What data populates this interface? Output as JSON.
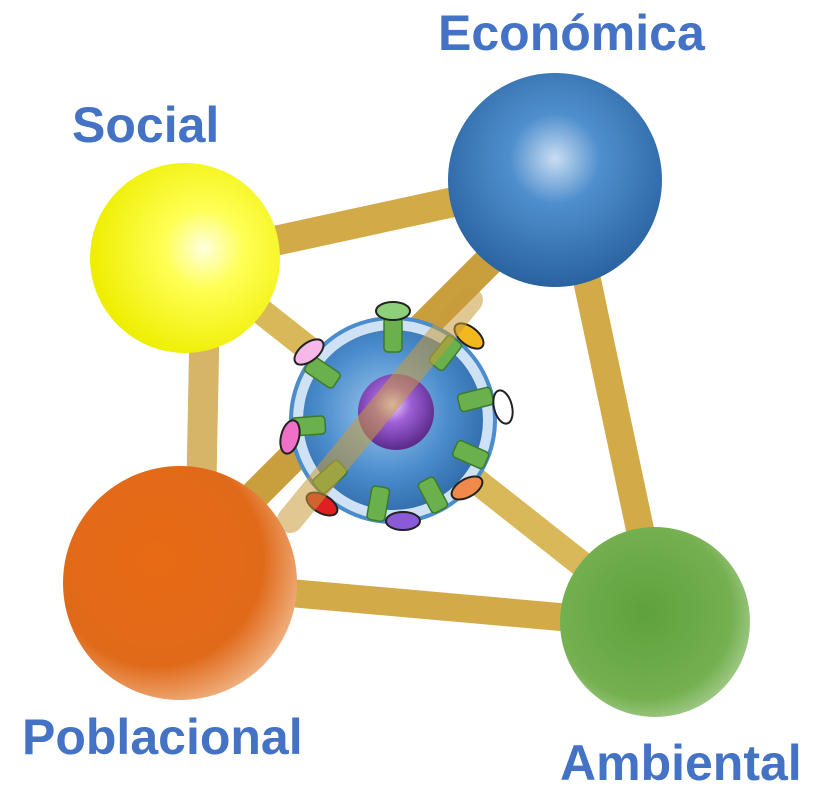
{
  "labels": {
    "economica": "Económica",
    "social": "Social",
    "poblacional": "Poblacional",
    "ambiental": "Ambiental"
  },
  "colors": {
    "label": "#4472c4",
    "social": "#ffff33",
    "economica": "#3a78b8",
    "poblacional": "#e06a1a",
    "ambiental": "#6aab4a",
    "connector": "#d4ae4c",
    "core": "#8a4cc0",
    "hub": "#4a8ccc"
  }
}
